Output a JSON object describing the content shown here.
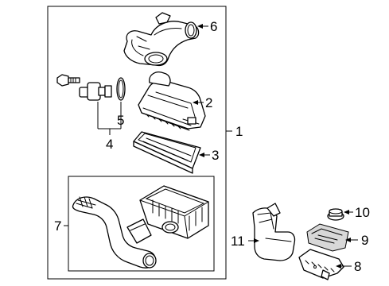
{
  "callouts": {
    "c1": "1",
    "c2": "2",
    "c3": "3",
    "c4": "4",
    "c5": "5",
    "c6": "6",
    "c7": "7",
    "c8": "8",
    "c9": "9",
    "c10": "10",
    "c11": "11"
  },
  "parts": [
    "air-intake-duct",
    "air-cleaner-cover",
    "air-filter-element",
    "mass-air-flow-sensor",
    "o-ring",
    "bolt",
    "air-cleaner-lower-box",
    "resonator-inlet-duct",
    "bracket",
    "insulator",
    "grommet",
    "resonator"
  ]
}
